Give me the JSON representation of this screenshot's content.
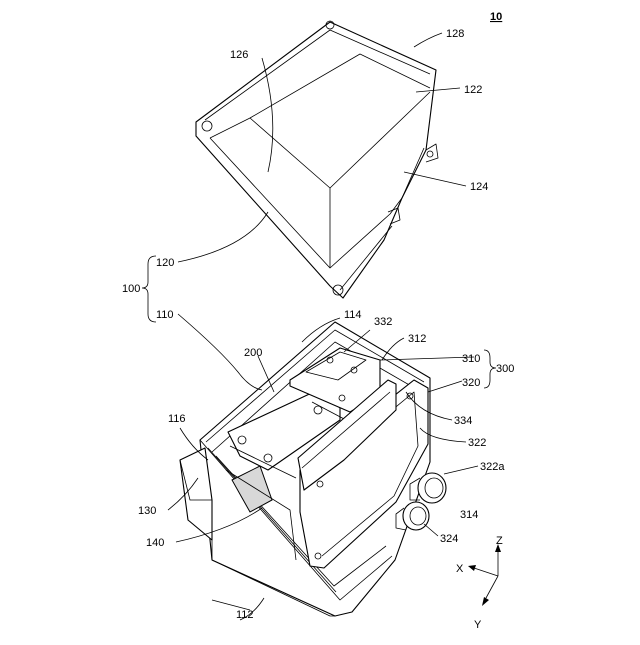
{
  "figure": {
    "ref_main": "10",
    "labels": {
      "l128": "128",
      "l126": "126",
      "l122": "122",
      "l124": "124",
      "l120": "120",
      "l100": "100",
      "l110": "110",
      "l114": "114",
      "l332": "332",
      "l312": "312",
      "l200": "200",
      "l310": "310",
      "l300": "300",
      "l320": "320",
      "l334": "334",
      "l116": "116",
      "l322": "322",
      "l322a": "322a",
      "l130": "130",
      "l314": "314",
      "l140": "140",
      "l324": "324",
      "l112": "112"
    },
    "axes": {
      "x": "X",
      "y": "Y",
      "z": "Z"
    }
  }
}
